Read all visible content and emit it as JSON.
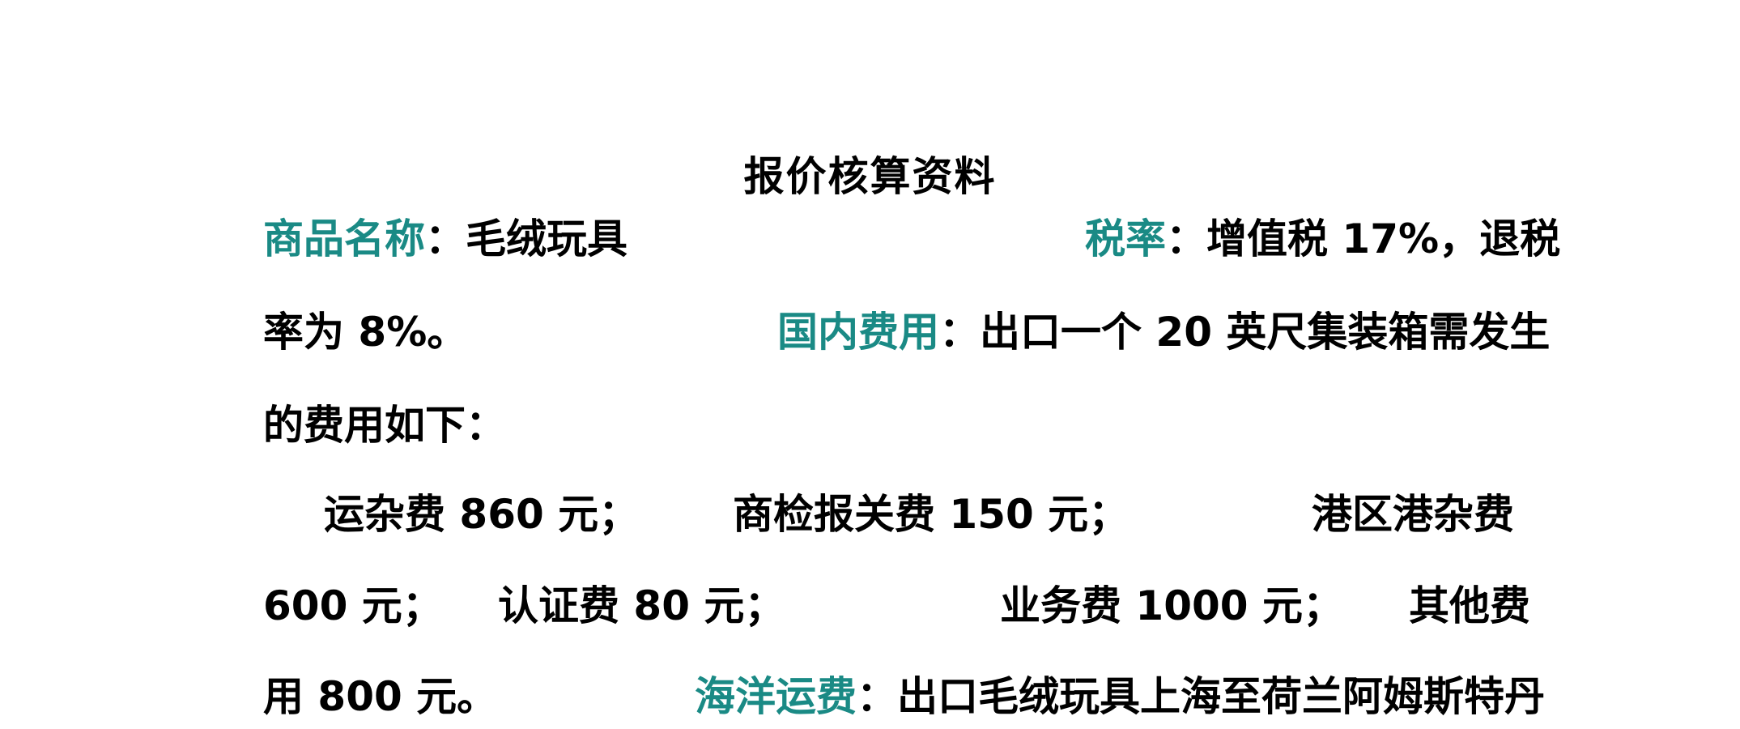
{
  "title": "报价核算资料",
  "label_color": "#1a8a85",
  "line1": {
    "product_label": "商品名称",
    "product_value": "：毛绒玩具",
    "tax_label": "税率",
    "tax_value": "：增值税 17%，退税"
  },
  "line2": {
    "tax_cont": "率为 8%。",
    "domestic_label": "国内费用",
    "domestic_value": "：出口一个 20 英尺集装箱需发生"
  },
  "line3": {
    "text": "的费用如下："
  },
  "line4": {
    "fee1": "运杂费 860 元；",
    "fee2": "商检报关费 150 元；",
    "fee3": "港区港杂费"
  },
  "line5": {
    "fee3_cont": "600 元；",
    "fee4": "认证费 80 元；",
    "fee5": "业务费 1000 元；",
    "fee6": "其他费"
  },
  "line6": {
    "fee6_cont": "用 800 元。",
    "freight_label": "海洋运费",
    "freight_value": "：出口毛绒玩具上海至荷兰阿姆斯特丹"
  }
}
